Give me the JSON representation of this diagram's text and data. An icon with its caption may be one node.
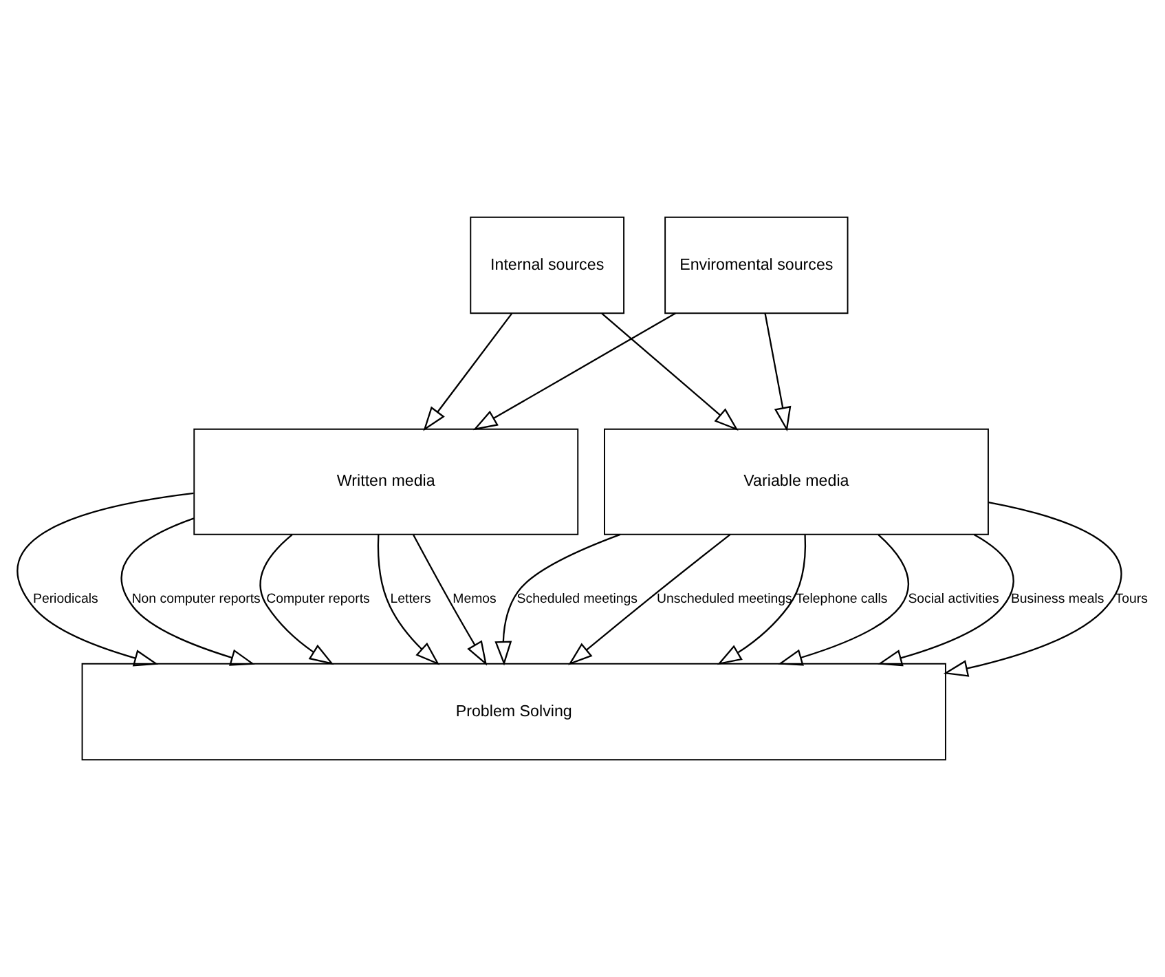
{
  "diagram": {
    "nodes": [
      {
        "text": [
          "Internal sources"
        ]
      },
      {
        "text": [
          "Enviromental sources"
        ]
      },
      {
        "text": [
          "Written media"
        ]
      },
      {
        "text": [
          "Variable media"
        ]
      },
      {
        "text": [
          "Problem Solving"
        ]
      }
    ],
    "edges": [
      {
        "from": 0,
        "to": 2,
        "arrow": "to"
      },
      {
        "from": 0,
        "to": 3,
        "arrow": "to"
      },
      {
        "from": 1,
        "to": 2,
        "arrow": "to"
      },
      {
        "from": 1,
        "to": 3,
        "arrow": "to"
      },
      {
        "from": 2,
        "to": 4,
        "arrow": "to",
        "label": "Computer reports"
      },
      {
        "from": 2,
        "to": 4,
        "arrow": "to",
        "label": "Letters"
      },
      {
        "from": 2,
        "to": 4,
        "arrow": "to",
        "label": "Memos"
      },
      {
        "from": 2,
        "to": 4,
        "arrow": "to",
        "label": "Periodicals"
      },
      {
        "from": 2,
        "to": 4,
        "arrow": "to",
        "label": "Non computer reports"
      },
      {
        "from": 3,
        "to": 4,
        "arrow": "to",
        "label": "Social activities"
      },
      {
        "from": 3,
        "to": 4,
        "arrow": "to",
        "label": "Business meals"
      },
      {
        "from": 3,
        "to": 4,
        "arrow": "to",
        "label": "Tours"
      },
      {
        "from": 3,
        "to": 4,
        "arrow": "to",
        "label": "Scheduled meetings"
      },
      {
        "from": 3,
        "to": 4,
        "arrow": "to",
        "label": "Unscheduled meetings"
      },
      {
        "from": 3,
        "to": 4,
        "arrow": "to",
        "label": "Telephone calls"
      }
    ]
  }
}
